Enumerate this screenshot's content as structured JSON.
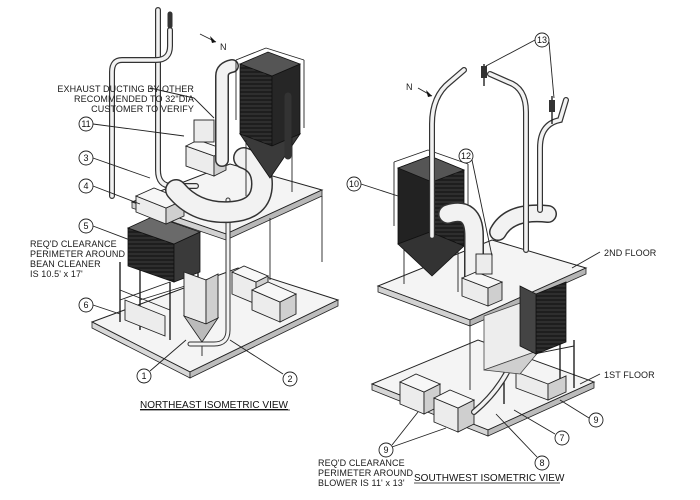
{
  "north_label": "N",
  "northeast": {
    "view_title": "NORTHEAST ISOMETRIC VIEW",
    "note_exhaust": [
      "EXHAUST DUCTING BY OTHER",
      "RECOMMENDED TO 32\"DIA",
      "CUSTOMER TO VERIFY"
    ],
    "note_clearance": [
      "REQ'D CLEARANCE",
      "PERIMETER AROUND",
      "BEAN CLEANER",
      "IS 10.5' x 17'"
    ],
    "balloons": [
      "11",
      "3",
      "4",
      "5",
      "6",
      "1",
      "2"
    ]
  },
  "southwest": {
    "view_title": "SOUTHWEST ISOMETRIC VIEW",
    "label_2nd_floor": "2ND FLOOR",
    "label_1st_floor": "1ST FLOOR",
    "note_clearance": [
      "REQ'D CLEARANCE",
      "PERIMETER AROUND",
      "BLOWER IS 11' x 13'"
    ],
    "balloons": [
      "13",
      "10",
      "12",
      "9",
      "7",
      "8",
      "9"
    ]
  }
}
